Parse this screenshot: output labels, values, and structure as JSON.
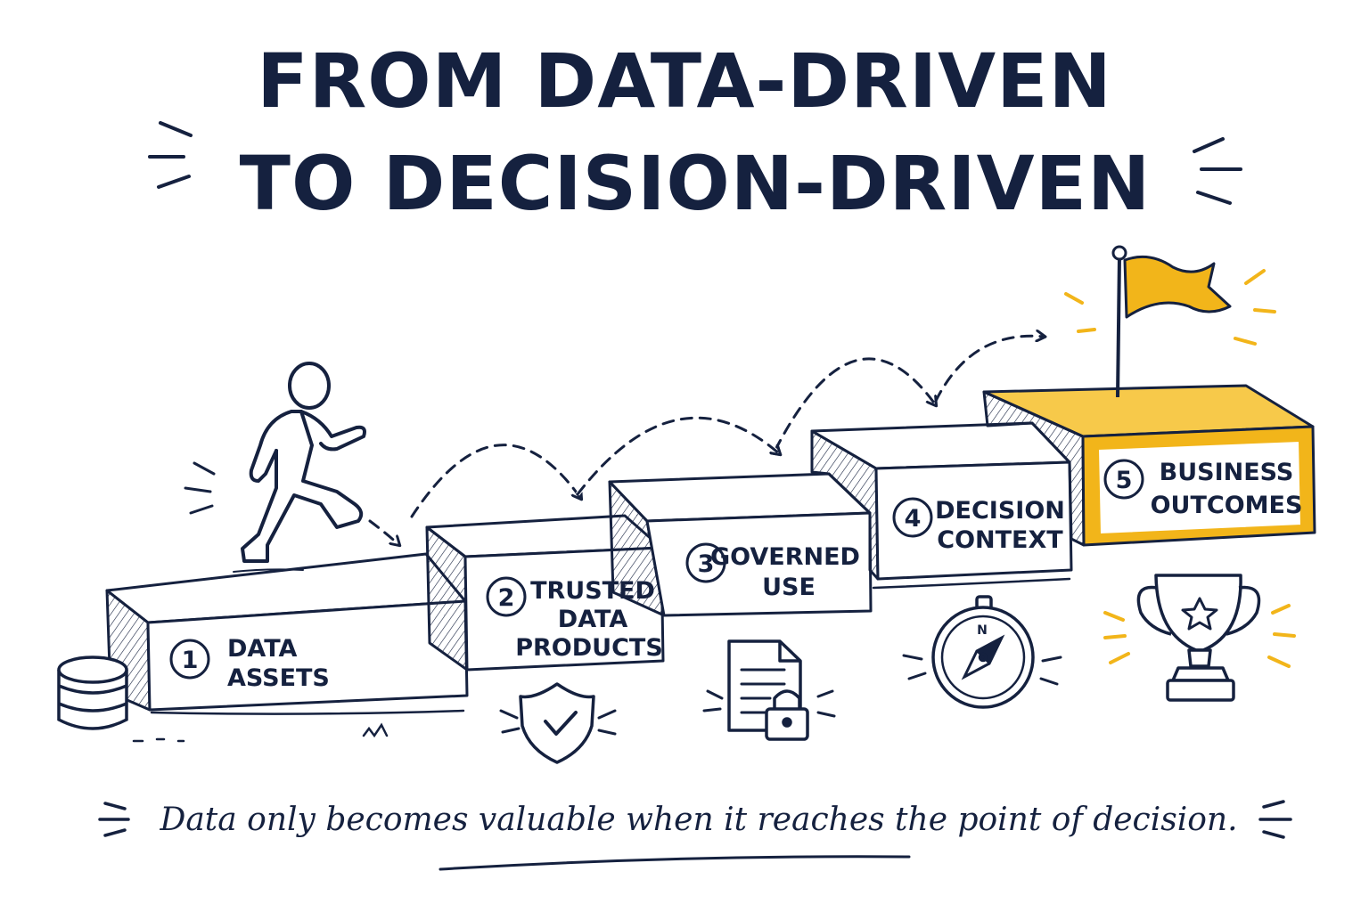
{
  "title": {
    "line1": "FROM DATA-DRIVEN",
    "line2": "TO DECISION-DRIVEN"
  },
  "steps": [
    {
      "number": "1",
      "lines": [
        "DATA",
        "ASSETS"
      ],
      "icon": "database-icon"
    },
    {
      "number": "2",
      "lines": [
        "TRUSTED",
        "DATA",
        "PRODUCTS"
      ],
      "icon": "shield-check-icon"
    },
    {
      "number": "3",
      "lines": [
        "GOVERNED",
        "USE"
      ],
      "icon": "locked-document-icon"
    },
    {
      "number": "4",
      "lines": [
        "DECISION",
        "CONTEXT"
      ],
      "icon": "compass-icon"
    },
    {
      "number": "5",
      "lines": [
        "BUSINESS",
        "OUTCOMES"
      ],
      "icon": "trophy-icon"
    }
  ],
  "compass_letter": "N",
  "caption": "Data only becomes valuable when it reaches the point of decision.",
  "colors": {
    "ink": "#15213f",
    "accent": "#f2b51a",
    "accent_light": "#f7c94a",
    "paper": "#ffffff"
  }
}
